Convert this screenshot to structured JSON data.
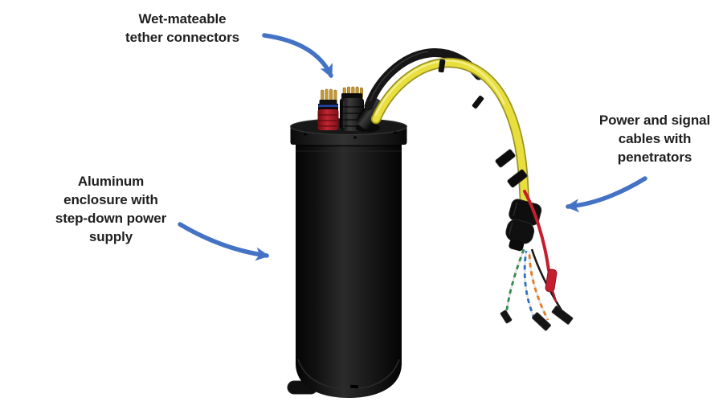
{
  "annotations": {
    "tether_connectors": {
      "lines": [
        "Wet-mateable",
        "tether connectors"
      ]
    },
    "power_signal_cables": {
      "lines": [
        "Power and signal",
        "cables with",
        "penetrators"
      ]
    },
    "aluminum_enclosure": {
      "lines": [
        "Aluminum",
        "enclosure with",
        "step-down power",
        "supply"
      ]
    }
  },
  "colors": {
    "background": "#ffffff",
    "text": "#1f1f1f",
    "arrow_blue": "#4472c4",
    "enclosure_black": "#141414",
    "cable_black": "#161616",
    "cable_yellow": "#e8df3e",
    "connector_red": "#c42430",
    "pin_gold": "#c9992e",
    "wire_red": "#c51f2f",
    "wire_blue": "#2f6fc0",
    "wire_green": "#2f8b4f",
    "wire_orange": "#e57b1f",
    "wire_white": "#e6e6e6",
    "led_green": "#35c24a"
  }
}
